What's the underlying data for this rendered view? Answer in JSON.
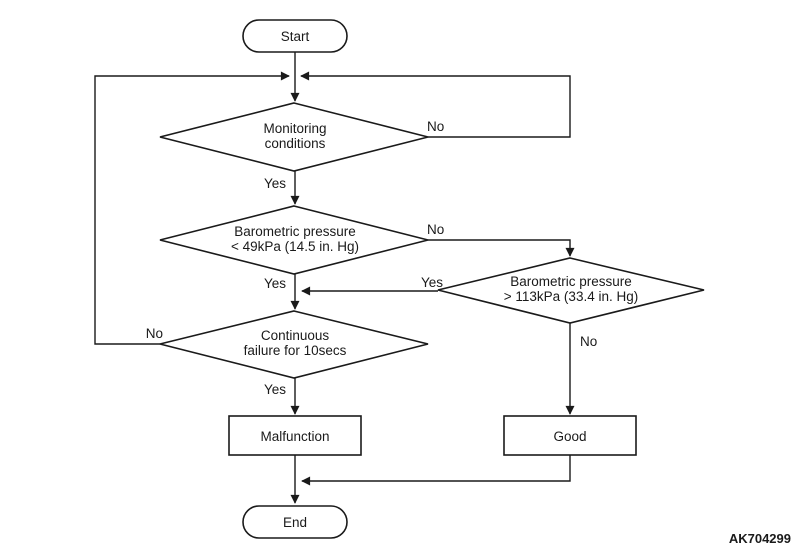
{
  "figure": {
    "code": "AK704299"
  },
  "colors": {
    "line": "#1a1a1a",
    "background": "#ffffff"
  },
  "nodes": {
    "start": {
      "label": "Start"
    },
    "monitoring": {
      "line1": "Monitoring",
      "line2": "conditions"
    },
    "baro_low": {
      "line1": "Barometric pressure",
      "line2": "< 49kPa (14.5 in. Hg)"
    },
    "baro_high": {
      "line1": "Barometric pressure",
      "line2": "> 113kPa (33.4 in. Hg)"
    },
    "continuous": {
      "line1": "Continuous",
      "line2": "failure for 10secs"
    },
    "malfunction": {
      "label": "Malfunction"
    },
    "good": {
      "label": "Good"
    },
    "end": {
      "label": "End"
    }
  },
  "edges": {
    "monitoring_no": "No",
    "monitoring_yes": "Yes",
    "baro_low_no": "No",
    "baro_low_yes": "Yes",
    "baro_high_yes": "Yes",
    "baro_high_no": "No",
    "continuous_no": "No",
    "continuous_yes": "Yes"
  }
}
